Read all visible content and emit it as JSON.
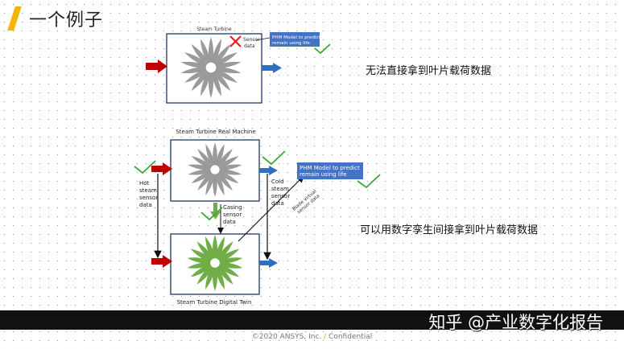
{
  "title": "一个例子",
  "top_diagram": {
    "label": "Steam Turbine",
    "sensor_label": [
      "Sensor",
      "data"
    ],
    "phm_box": [
      "PHM Model to predict",
      "remain using life"
    ]
  },
  "bottom_diagram": {
    "real_label": "Steam Turbine Real Machine",
    "twin_label": "Steam Turbine Digital Twin",
    "hot_label": [
      "Hot",
      "steam",
      "sensor",
      "data"
    ],
    "cold_label": [
      "Cold",
      "steam",
      "sensor",
      "data"
    ],
    "casing_label": [
      "Casing",
      "sensor",
      "data"
    ],
    "blade_label": [
      "Blade virtual",
      "sensor data"
    ],
    "phm_box": [
      "PHM Model to predict",
      "remain using life"
    ]
  },
  "notes": {
    "cannot": "无法直接拿到叶片载荷数据",
    "can": "可以用数字孪生间接拿到叶片载荷数据"
  },
  "watermark": "知乎 @产业数字化报告",
  "footer": {
    "prefix": "©2020 ANSYS, Inc.",
    "slash": "/",
    "suffix": "Confidential"
  },
  "colors": {
    "accent": "#f2b705",
    "box_border": "#1f3864",
    "phm_fill": "#4472c4",
    "red_arrow": "#c00000",
    "blue_arrow": "#2e6fc4",
    "check": "#3aaa35",
    "rotor_gray": "#9a9a9a",
    "rotor_green": "#70ad47"
  }
}
